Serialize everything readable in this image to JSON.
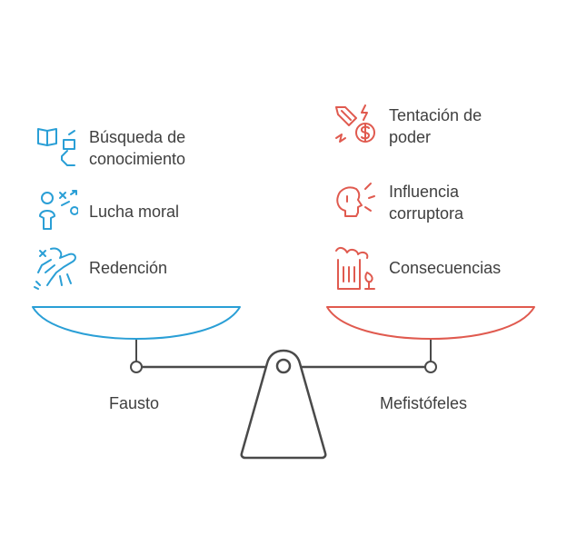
{
  "colors": {
    "left": "#2a9fd6",
    "right": "#e05a4f",
    "neutral": "#4a4a4a"
  },
  "left": {
    "name": "Fausto",
    "items": [
      {
        "label": "Búsqueda de conocimiento",
        "icon": "open-book-icon"
      },
      {
        "label": "Lucha moral",
        "icon": "person-strategy-icon"
      },
      {
        "label": "Redención",
        "icon": "liberation-figure-icon"
      }
    ]
  },
  "right": {
    "name": "Mefistófeles",
    "items": [
      {
        "label": "Tentación de poder",
        "icon": "sword-money-icon"
      },
      {
        "label": "Influencia corruptora",
        "icon": "whispering-head-icon"
      },
      {
        "label": "Consecuencias",
        "icon": "burning-building-icon"
      }
    ]
  }
}
